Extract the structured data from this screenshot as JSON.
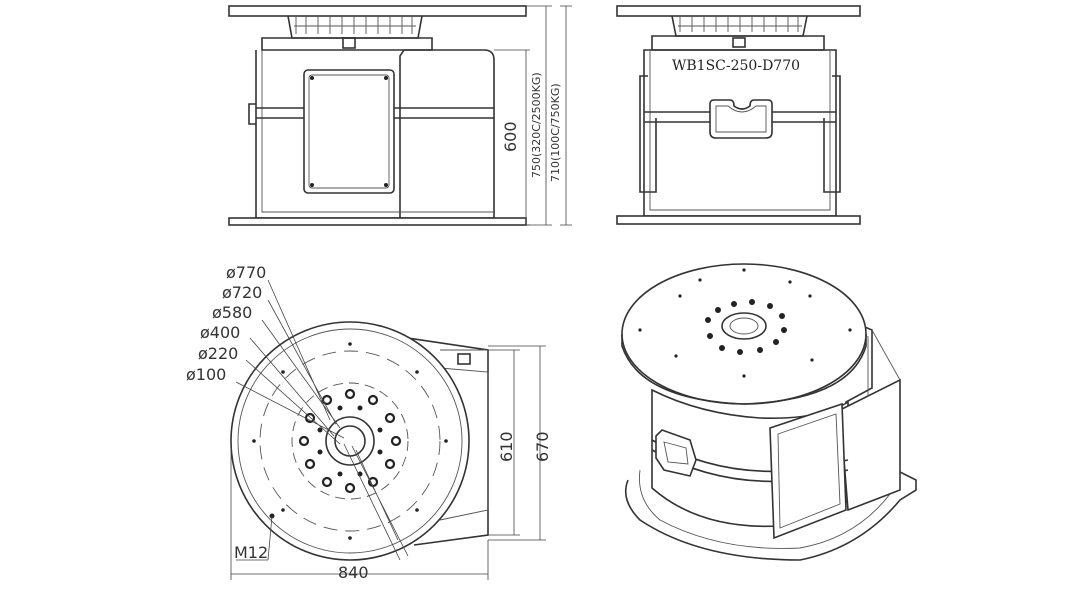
{
  "front_view": {
    "dim_height": "600",
    "dim_overall_a": "750(320C/2500KG)",
    "dim_overall_b": "710(100C/750KG)"
  },
  "side_view": {
    "model_label": "WB1SC-250-D770"
  },
  "top_view": {
    "diameters": [
      "ø770",
      "ø720",
      "ø580",
      "ø400",
      "ø220",
      "ø100"
    ],
    "thread_label": "M12",
    "width_label": "840",
    "depth_inner_label": "610",
    "depth_outer_label": "670"
  }
}
